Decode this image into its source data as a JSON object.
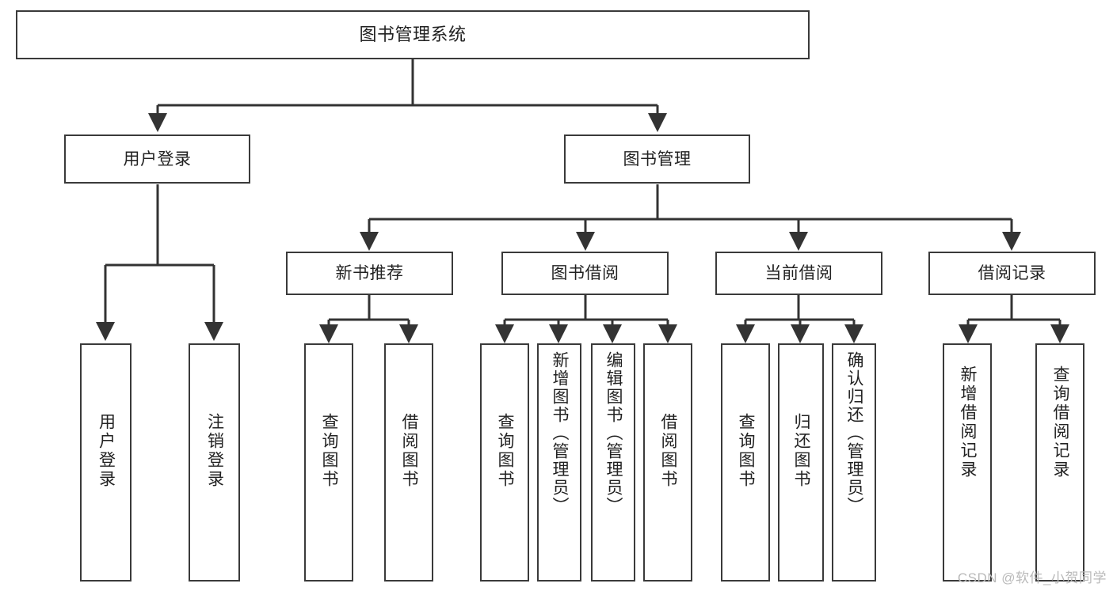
{
  "diagram": {
    "type": "tree",
    "title": "图书管理系统",
    "watermark": "CSDN @软件_小贺同学",
    "colors": {
      "box_border": "#3a3a3a",
      "box_fill": "#ffffff",
      "connector": "#333333",
      "text": "#222222",
      "watermark": "#b9b9b9",
      "background": "#ffffff"
    },
    "levels": [
      {
        "level": 0,
        "label": "root"
      },
      {
        "level": 1,
        "label": "modules"
      },
      {
        "level": 2,
        "label": "sub-modules"
      },
      {
        "level": 3,
        "label": "functions"
      }
    ],
    "nodes": {
      "root": {
        "label": "图书管理系统"
      },
      "level1": [
        {
          "id": "user-login",
          "label": "用户登录"
        },
        {
          "id": "book-manage",
          "label": "图书管理"
        }
      ],
      "level2": [
        {
          "id": "new-book-recommend",
          "label": "新书推荐",
          "parent": "book-manage"
        },
        {
          "id": "book-borrow",
          "label": "图书借阅",
          "parent": "book-manage"
        },
        {
          "id": "current-borrow",
          "label": "当前借阅",
          "parent": "book-manage"
        },
        {
          "id": "borrow-record",
          "label": "借阅记录",
          "parent": "book-manage"
        }
      ],
      "leaves": [
        {
          "id": "leaf-user-login",
          "label": "用户登录",
          "parent": "user-login"
        },
        {
          "id": "leaf-user-logout",
          "label": "注销登录",
          "parent": "user-login"
        },
        {
          "id": "leaf-query-book-1",
          "label": "查询图书",
          "parent": "new-book-recommend"
        },
        {
          "id": "leaf-borrow-book-1",
          "label": "借阅图书",
          "parent": "new-book-recommend"
        },
        {
          "id": "leaf-query-book-2",
          "label": "查询图书",
          "parent": "book-borrow"
        },
        {
          "id": "leaf-add-book",
          "label": "新增图书（管理员）",
          "parent": "book-borrow"
        },
        {
          "id": "leaf-edit-book",
          "label": "编辑图书（管理员）",
          "parent": "book-borrow"
        },
        {
          "id": "leaf-borrow-book-2",
          "label": "借阅图书",
          "parent": "book-borrow"
        },
        {
          "id": "leaf-query-book-3",
          "label": "查询图书",
          "parent": "current-borrow"
        },
        {
          "id": "leaf-return-book",
          "label": "归还图书",
          "parent": "current-borrow"
        },
        {
          "id": "leaf-confirm-return",
          "label": "确认归还（管理员）",
          "parent": "current-borrow"
        },
        {
          "id": "leaf-add-record",
          "label": "新增借阅记录",
          "parent": "borrow-record"
        },
        {
          "id": "leaf-query-record",
          "label": "查询借阅记录",
          "parent": "borrow-record"
        }
      ]
    }
  }
}
